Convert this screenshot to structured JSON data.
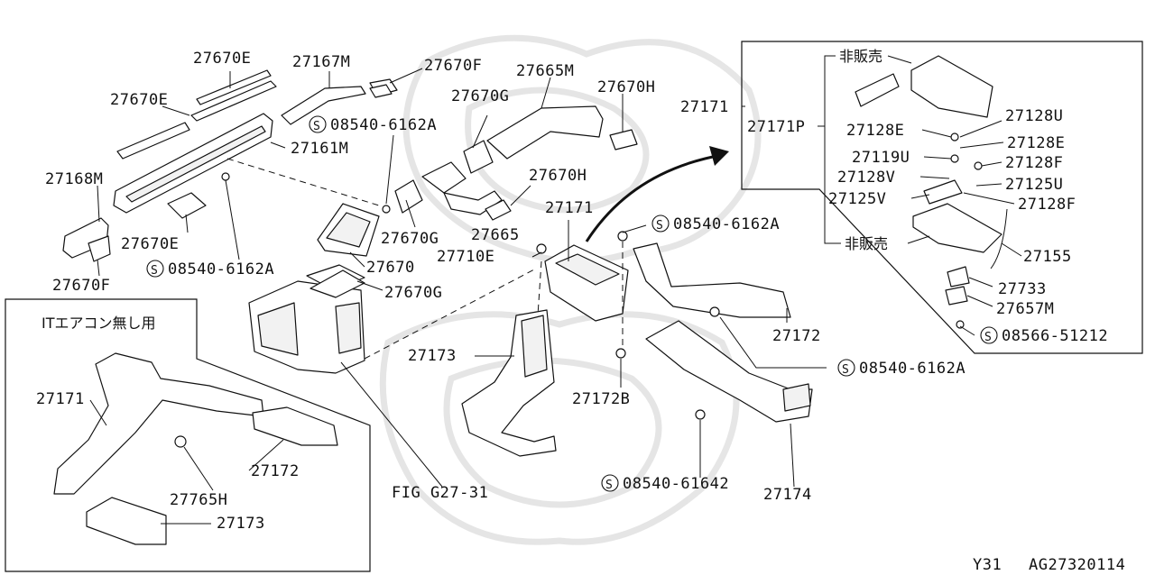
{
  "diagram": {
    "code": "Y31",
    "figure_id": "AG27320114",
    "inset_title": "ITエアコン無し用",
    "fig_ref": "FIG G27-31",
    "not_for_sale_1": "非販売",
    "not_for_sale_2": "非販売",
    "s_mark": "S",
    "labels": {
      "p27670E_top": "27670E",
      "p27167M": "27167M",
      "p27670F_top": "27670F",
      "p27665M": "27665M",
      "p27670E_left": "27670E",
      "p27670G_top": "27670G",
      "p27670H_top": "27670H",
      "p08540_a": "08540-6162A",
      "p27161M": "27161M",
      "p27168M": "27168M",
      "p27670H_mid": "27670H",
      "p27171_top": "27171",
      "p08540_b": "08540-6162A",
      "p27670E_bot": "27670E",
      "p27670G_mid": "27670G",
      "p27665": "27665",
      "p27710E": "27710E",
      "p08540_c": "08540-6162A",
      "p27670": "27670",
      "p27670F_bot": "27670F",
      "p27670G_bot": "27670G",
      "p27173_main": "27173",
      "p27172_main": "27172",
      "p27172B": "27172B",
      "p08540_d": "08540-6162A",
      "p08540_61642": "08540-61642",
      "p27174": "27174",
      "p27171_inset": "27171",
      "p27172_inset": "27172",
      "p27765H": "27765H",
      "p27173_inset": "27173",
      "p27171_box": "27171",
      "p27171P": "27171P",
      "p27128U": "27128U",
      "p27128E_l": "27128E",
      "p27128E_r": "27128E",
      "p27119U": "27119U",
      "p27128F_a": "27128F",
      "p27128V": "27128V",
      "p27125U": "27125U",
      "p27125V": "27125V",
      "p27128F_b": "27128F",
      "p27155": "27155",
      "p27733": "27733",
      "p27657M": "27657M",
      "p08566": "08566-51212"
    }
  }
}
